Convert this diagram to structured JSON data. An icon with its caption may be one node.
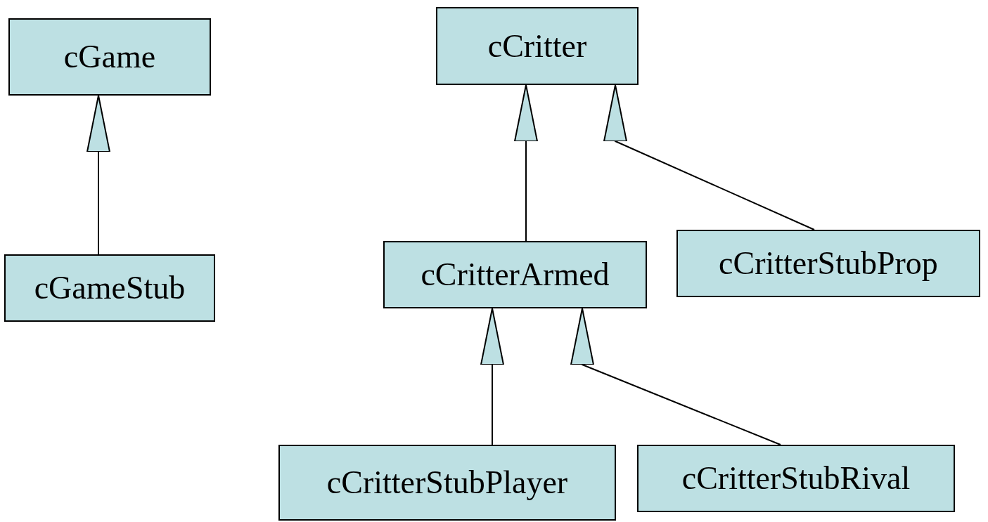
{
  "diagram": {
    "nodes": [
      {
        "text": [
          "cGame"
        ]
      },
      {
        "text": [
          "cGameStub"
        ]
      },
      {
        "text": [
          "cCritter"
        ]
      },
      {
        "text": [
          "cCritterArmed"
        ]
      },
      {
        "text": [
          "cCritterStubProp"
        ]
      },
      {
        "text": [
          "cCritterStubPlayer"
        ]
      },
      {
        "text": [
          "cCritterStubRival"
        ]
      }
    ],
    "edges": [
      {
        "from": 1,
        "to": 0,
        "arrow": "to"
      },
      {
        "from": 3,
        "to": 2,
        "arrow": "to"
      },
      {
        "from": 4,
        "to": 2,
        "arrow": "to"
      },
      {
        "from": 5,
        "to": 3,
        "arrow": "to"
      },
      {
        "from": 6,
        "to": 3,
        "arrow": "to"
      }
    ]
  }
}
